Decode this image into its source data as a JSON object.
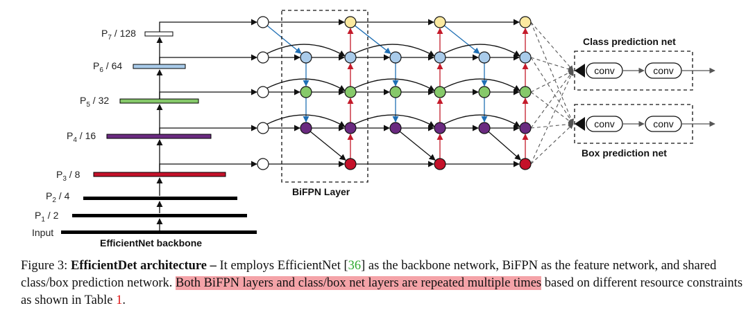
{
  "backbone": {
    "title": "EfficientNet backbone",
    "levels": [
      {
        "base": "Input",
        "sub": "",
        "suffix": ""
      },
      {
        "base": "P",
        "sub": "1",
        "suffix": " / 2"
      },
      {
        "base": "P",
        "sub": "2",
        "suffix": " / 4"
      },
      {
        "base": "P",
        "sub": "3",
        "suffix": " / 8"
      },
      {
        "base": "P",
        "sub": "4",
        "suffix": " / 16"
      },
      {
        "base": "P",
        "sub": "5",
        "suffix": " / 32"
      },
      {
        "base": "P",
        "sub": "6",
        "suffix": " / 64"
      },
      {
        "base": "P",
        "sub": "7",
        "suffix": " / 128"
      }
    ]
  },
  "bifpn": {
    "label": "BiFPN Layer"
  },
  "heads": {
    "class": {
      "title": "Class prediction net",
      "convs": [
        "conv",
        "conv"
      ]
    },
    "box": {
      "title": "Box prediction net",
      "convs": [
        "conv",
        "conv"
      ]
    }
  },
  "colors": {
    "p7": "#fbe9a0",
    "p6": "#a9cbea",
    "p5": "#86c96a",
    "p4": "#6a2a80",
    "p3": "#c4122a",
    "arrow_down": "#1f6fb4",
    "arrow_up": "#c41a2a"
  },
  "caption": {
    "prefix": "Figure 3: ",
    "bold": "EfficientDet architecture –",
    "text1": " It employs EfficientNet [",
    "cite": "36",
    "text2": "] as the backbone network, BiFPN as the feature network, and shared class/box prediction network. ",
    "highlight": "Both BiFPN layers and class/box net layers are repeated multiple times",
    "text3": " based on different resource constraints as shown in Table ",
    "table_ref": "1",
    "text4": "."
  }
}
